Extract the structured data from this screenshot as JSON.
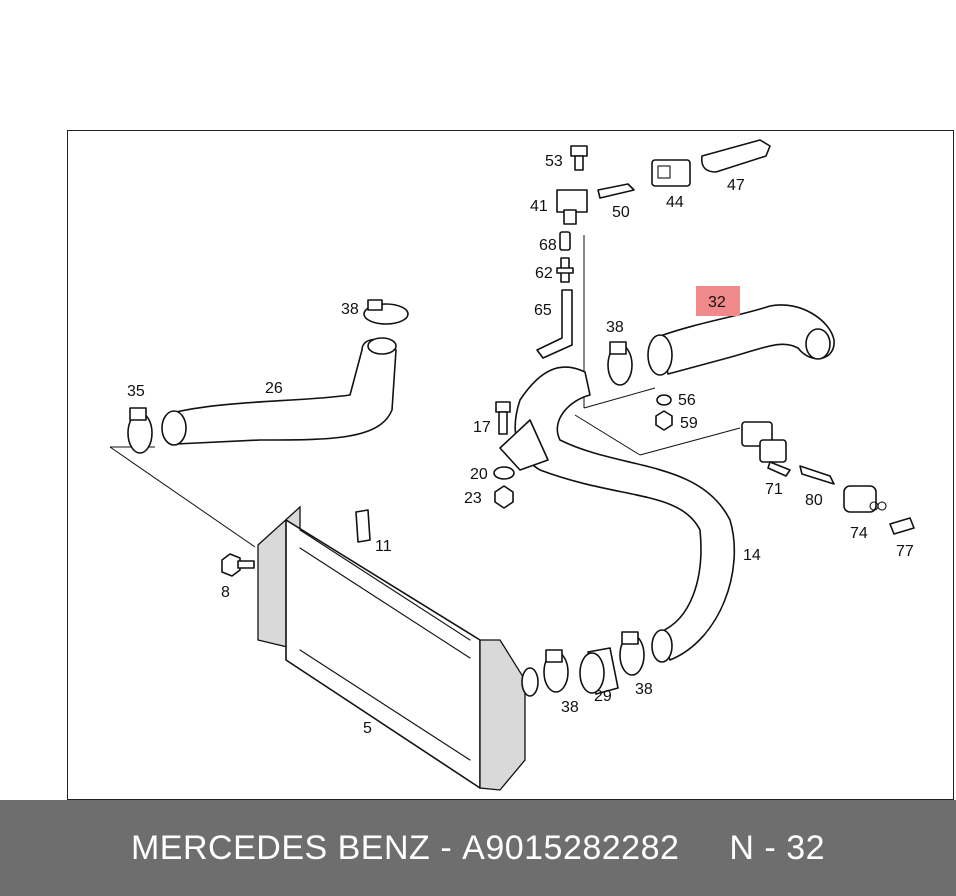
{
  "colors": {
    "highlight": "#f08a8a",
    "footer_background": "#6e6e6e",
    "footer_text": "#ffffff"
  },
  "diagram": {
    "part_labels": [
      "53",
      "41",
      "50",
      "44",
      "47",
      "68",
      "62",
      "65",
      "38",
      "32",
      "38",
      "56",
      "59",
      "35",
      "26",
      "17",
      "20",
      "23",
      "11",
      "8",
      "71",
      "80",
      "74",
      "77",
      "14",
      "5",
      "38",
      "29",
      "38"
    ],
    "highlighted_part": "32"
  },
  "footer": {
    "brand": "MERCEDES BENZ",
    "separator": "-",
    "part_number": "A9015282282",
    "position_label": "N - 32"
  }
}
